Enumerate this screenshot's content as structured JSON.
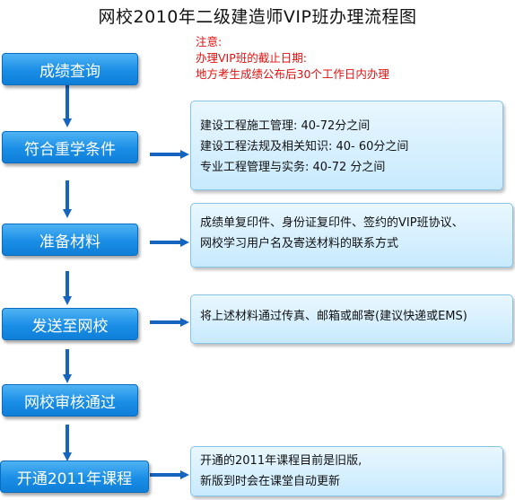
{
  "title": "网校2010年二级建造师VIP班办理流程图",
  "note": {
    "lines": [
      "注意:",
      "办理VIP班的截止日期:",
      "地方考生成绩公布后30个工作日内办理"
    ]
  },
  "steps": [
    {
      "label": "成绩查询"
    },
    {
      "label": "符合重学条件"
    },
    {
      "label": "准备材料"
    },
    {
      "label": "发送至网校"
    },
    {
      "label": "网校审核通过"
    },
    {
      "label": "开通2011年课程"
    }
  ],
  "info_boxes": [
    {
      "lines": [
        "建设工程施工管理: 40-72分之间",
        "建设工程法规及相关知识: 40- 60分之间",
        "专业工程管理与实务: 40-72 分之间"
      ]
    },
    {
      "lines": [
        "成绩单复印件、身份证复印件、签约的VIP班协议、",
        "网校学习用户名及寄送材料的联系方式"
      ]
    },
    {
      "lines": [
        "将上述材料通过传真、邮箱或邮寄(建议快递或EMS)"
      ]
    },
    {
      "lines": [
        "开通的2011年课程目前是旧版,",
        "新版到时会在课堂自动更新"
      ]
    }
  ],
  "colors": {
    "step_fill": "#1a8ee6",
    "arrow": "#1565c0",
    "note_text": "#e01010",
    "info_fill": "#d6effd"
  }
}
